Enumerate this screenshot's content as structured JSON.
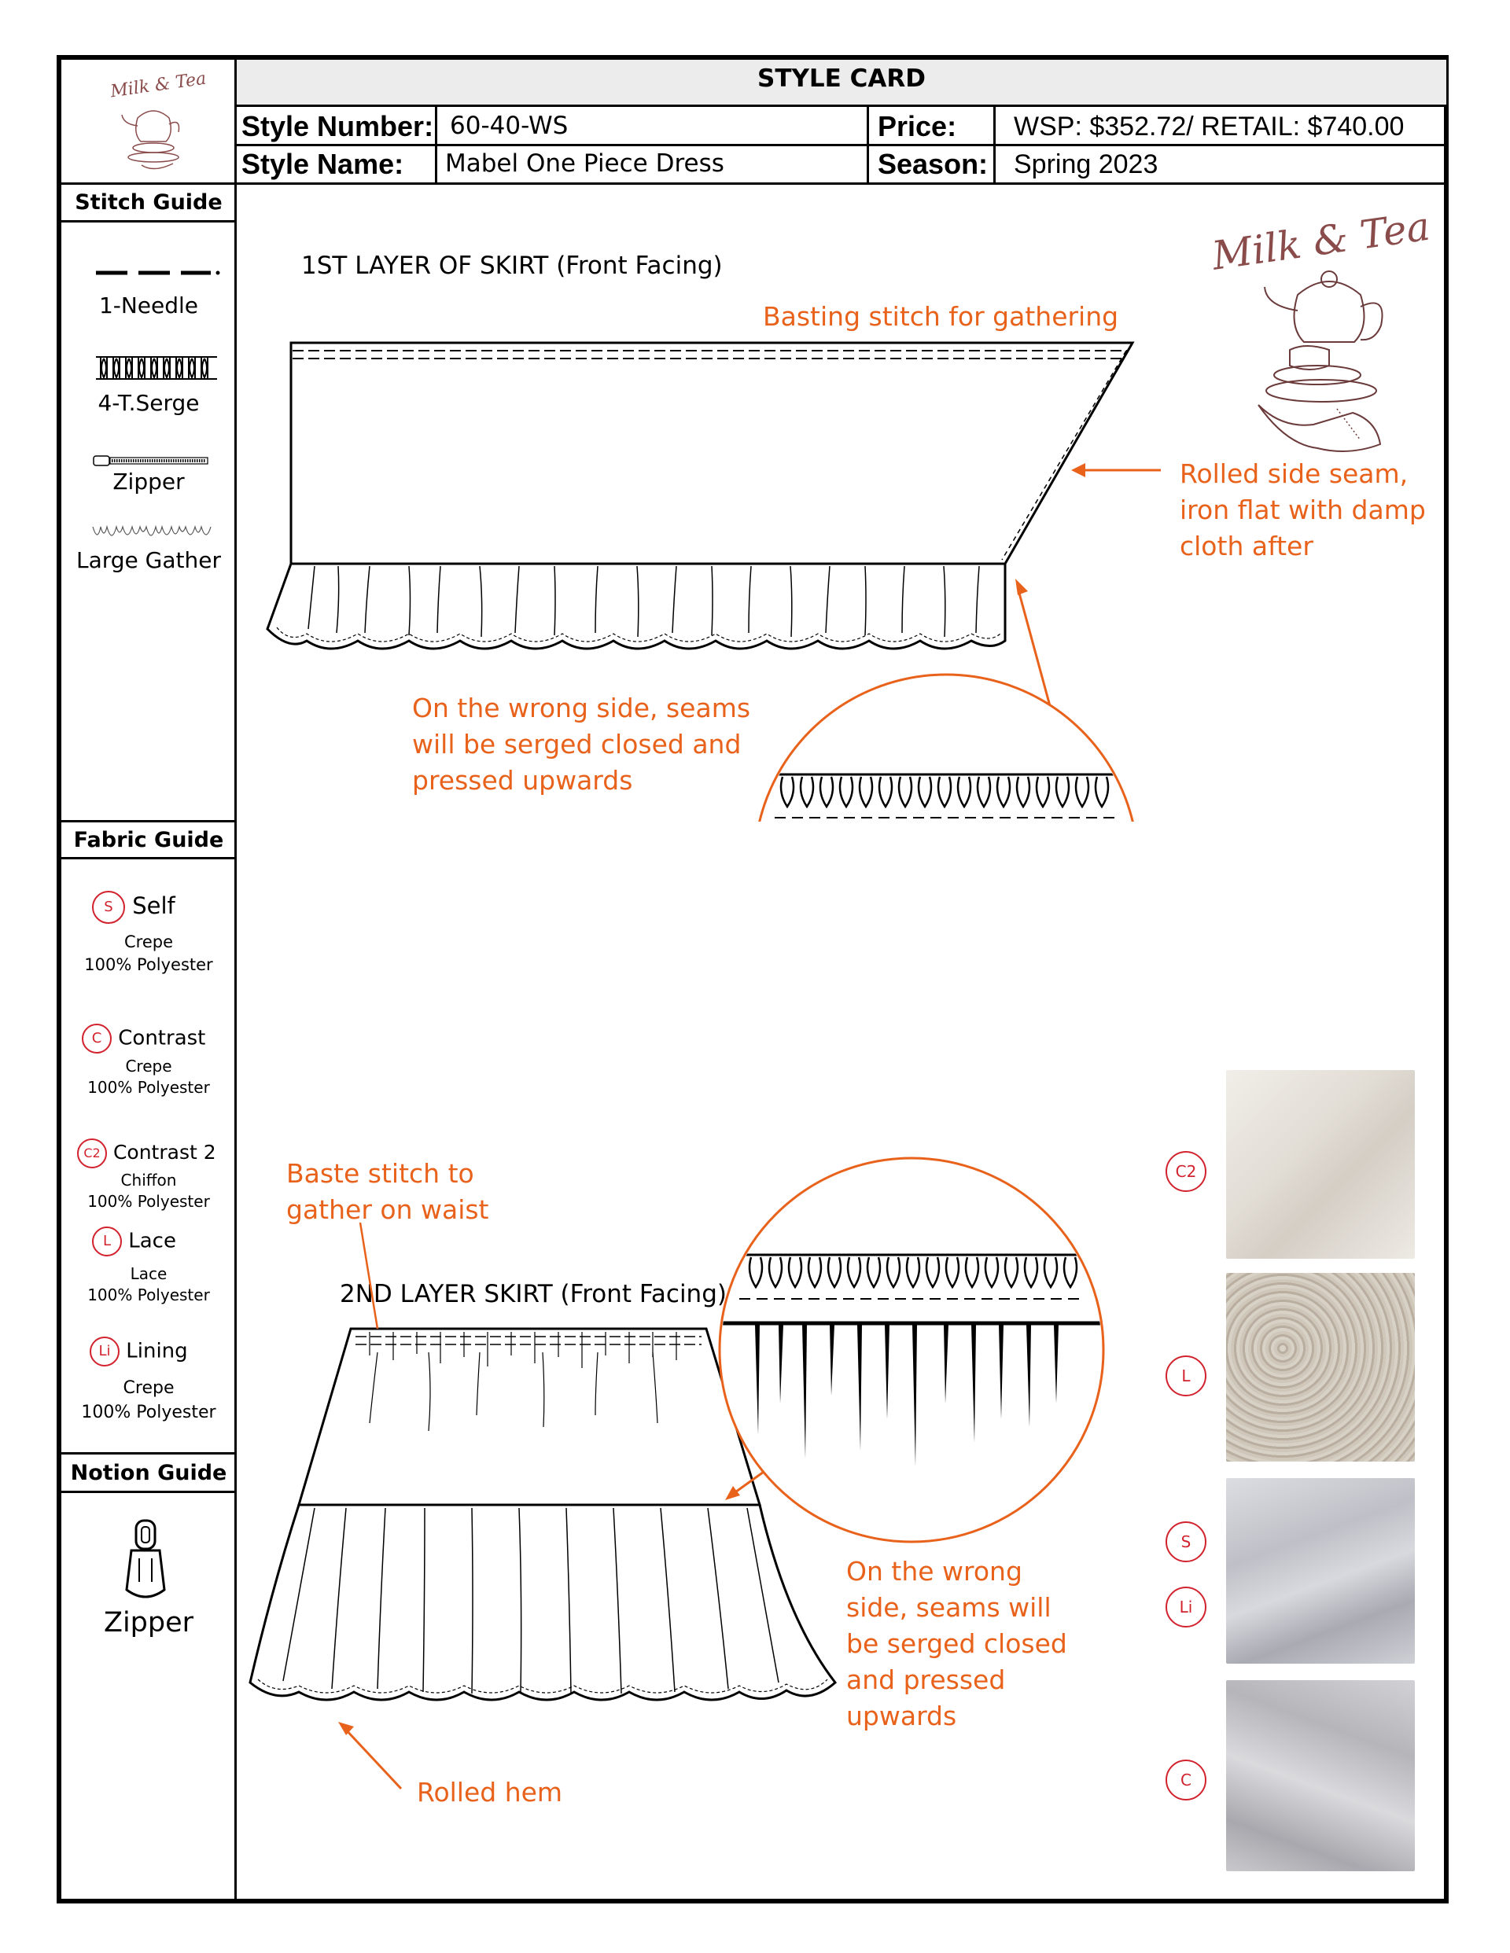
{
  "header": {
    "title": "STYLE CARD",
    "style_number_label": "Style Number:",
    "style_number": "60-40-WS",
    "price_label": "Price:",
    "price": "WSP: $352.72/ RETAIL: $740.00",
    "style_name_label": "Style Name:",
    "style_name": "Mabel One Piece Dress",
    "season_label": "Season:",
    "season": "Spring 2023"
  },
  "brand": {
    "logo_text": "Milk & Tea"
  },
  "stitch_guide": {
    "title": "Stitch Guide",
    "items": [
      "1-Needle",
      "4-T.Serge",
      "Zipper",
      "Large Gather"
    ]
  },
  "fabric_guide": {
    "title": "Fabric Guide",
    "items": [
      {
        "code": "S",
        "name": "Self",
        "fabric": "Crepe",
        "content": "100% Polyester"
      },
      {
        "code": "C",
        "name": "Contrast",
        "fabric": "Crepe",
        "content": "100% Polyester"
      },
      {
        "code": "C2",
        "name": "Contrast 2",
        "fabric": "Chiffon",
        "content": "100% Polyester"
      },
      {
        "code": "L",
        "name": "Lace",
        "fabric": "Lace",
        "content": "100% Polyester"
      },
      {
        "code": "Li",
        "name": "Lining",
        "fabric": "Crepe",
        "content": "100% Polyester"
      }
    ]
  },
  "notion_guide": {
    "title": "Notion Guide",
    "item": "Zipper"
  },
  "drawings": {
    "layer1_title": "1ST LAYER OF SKIRT (Front Facing)",
    "layer1_note_top": "Basting stitch for gathering",
    "layer1_note_side": [
      "Rolled side seam,",
      "iron flat with damp",
      "cloth after"
    ],
    "layer1_note_seam": [
      "On the wrong side, seams",
      "will be serged closed and",
      "pressed upwards"
    ],
    "layer2_title": "2ND LAYER SKIRT (Front Facing)",
    "layer2_note_waist": [
      "Baste stitch to",
      "gather on waist"
    ],
    "layer2_note_seam": [
      "On the wrong",
      "side, seams will",
      "be serged closed",
      "and pressed",
      "upwards"
    ],
    "layer2_note_hem": "Rolled hem"
  },
  "swatches": [
    {
      "codes": [
        "C2"
      ],
      "color": "#e4e0da"
    },
    {
      "codes": [
        "L"
      ],
      "color": "#c9c1b5"
    },
    {
      "codes": [
        "S",
        "Li"
      ],
      "color": "#cfd0d6"
    },
    {
      "codes": [
        "C"
      ],
      "color": "#c8c8cc"
    }
  ],
  "colors": {
    "accent": "#e8621b",
    "fabric_code": "#d2222d",
    "logo": "#8a4b4b"
  }
}
